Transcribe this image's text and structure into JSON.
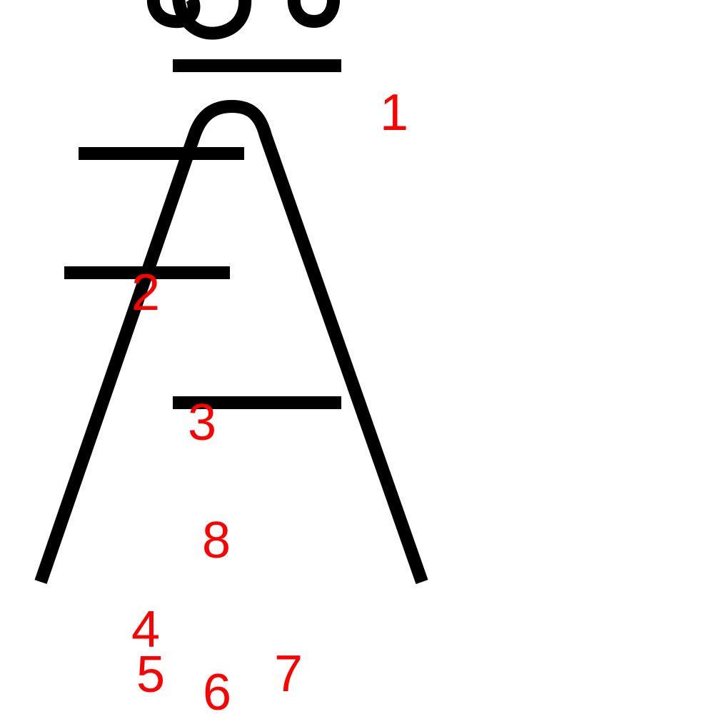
{
  "colors": {
    "background": "#ffffff",
    "drawing": "#000000",
    "labels": "#ff0000"
  },
  "labels": {
    "n1": "1",
    "n2": "2",
    "n3": "3",
    "n4": "4",
    "n5": "5",
    "n6": "6",
    "n7": "7",
    "n8": "8"
  }
}
